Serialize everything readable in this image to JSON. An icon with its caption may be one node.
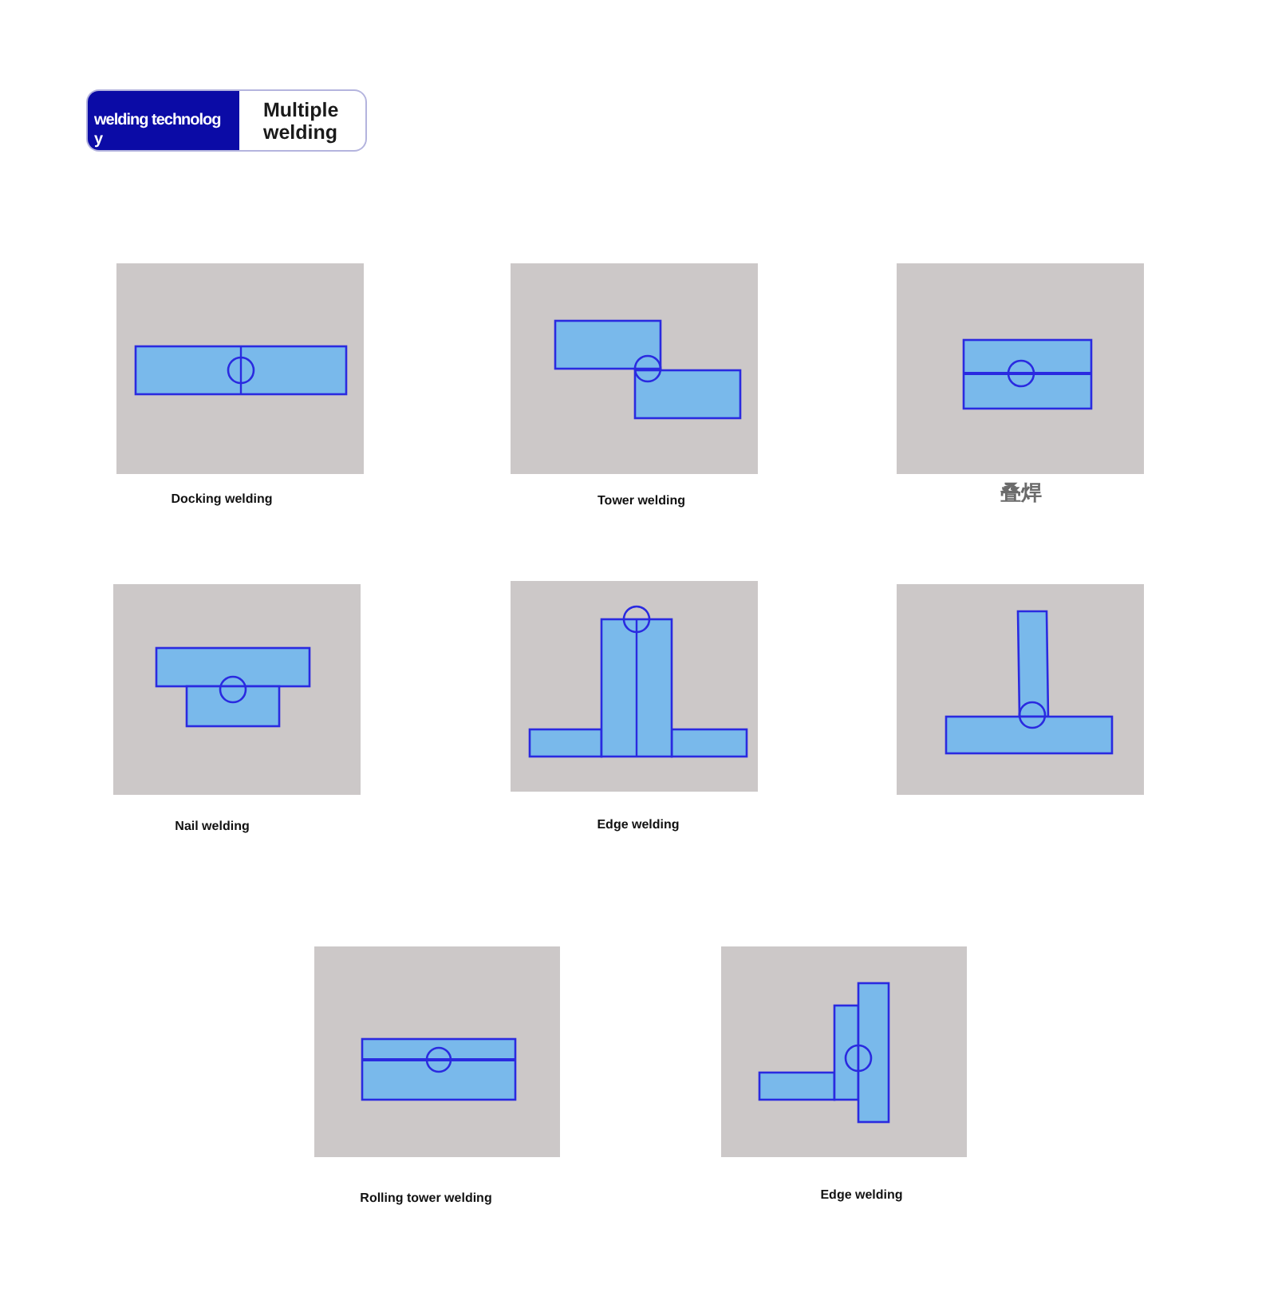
{
  "diagram": {
    "nodes": [
      {
        "text": [
          "welding technology"
        ]
      },
      {
        "text": [
          "Multiple welding"
        ]
      },
      {
        "text": [
          "Docking welding"
        ]
      },
      {
        "text": [
          "Tower welding"
        ]
      },
      {
        "text": [
          "叠焊"
        ]
      },
      {
        "text": [
          "Nail welding"
        ]
      },
      {
        "text": [
          "Edge welding"
        ]
      },
      {
        "text": [],
        "shape": "picture"
      },
      {
        "text": [
          "Rolling tower welding"
        ]
      },
      {
        "text": [
          "Edge welding"
        ]
      }
    ]
  }
}
